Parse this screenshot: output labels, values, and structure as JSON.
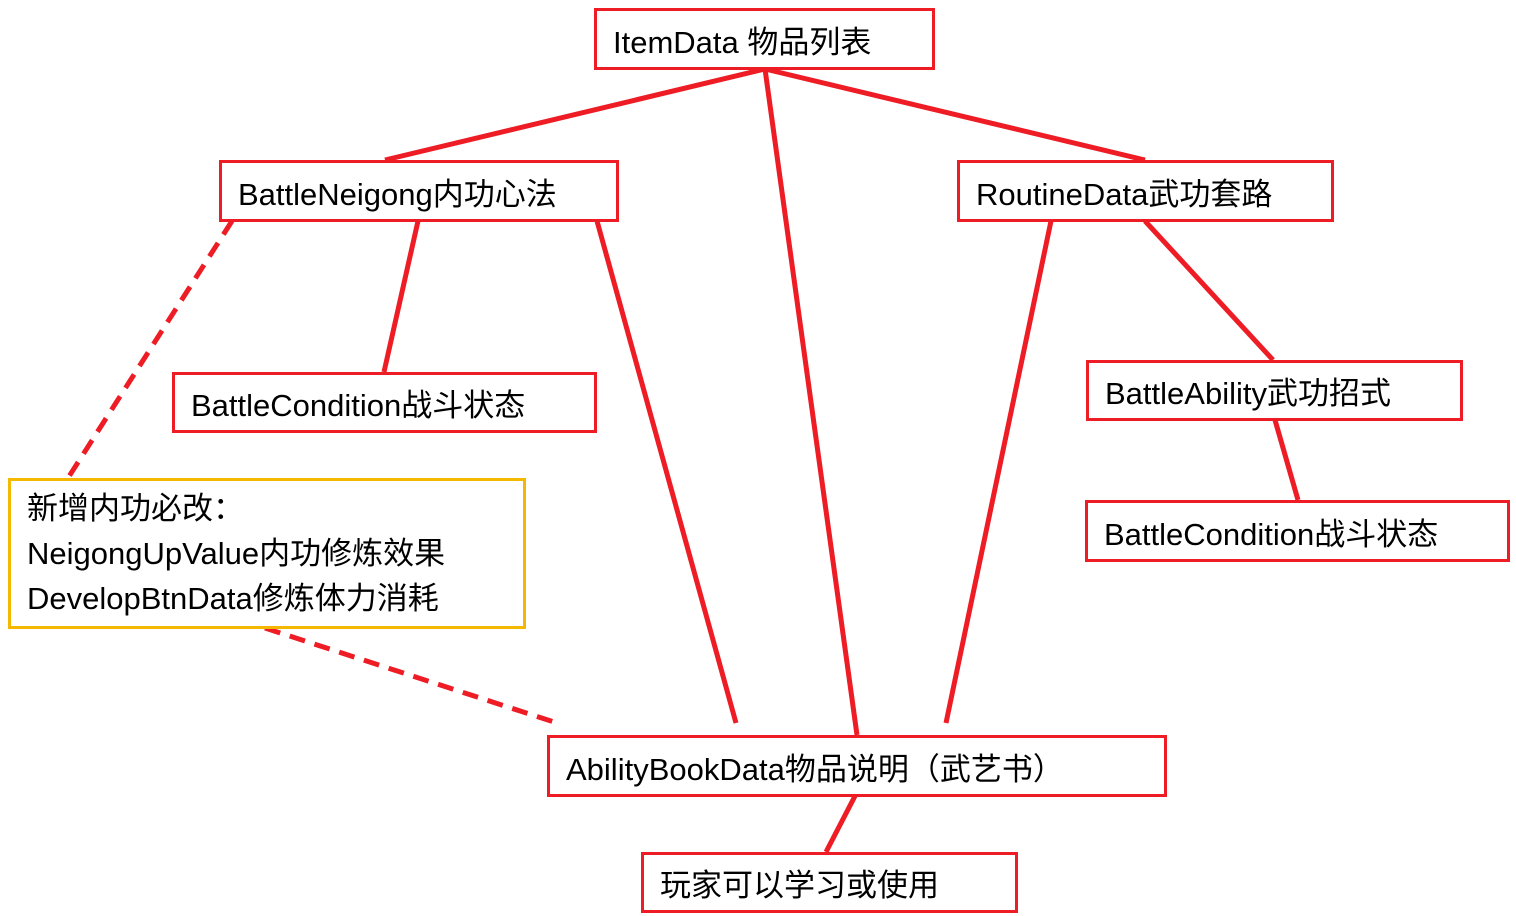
{
  "colors": {
    "link": "#ee1c24",
    "note_border": "#f5b800"
  },
  "nodes": {
    "item_data": "ItemData 物品列表",
    "battle_neigong": "BattleNeigong内功心法",
    "routine_data": "RoutineData武功套路",
    "battle_condition_left": "BattleCondition战斗状态",
    "battle_ability": "BattleAbility武功招式",
    "battle_condition_right": "BattleCondition战斗状态",
    "ability_book_data": "AbilityBookData物品说明（武艺书）",
    "player_use": "玩家可以学习或使用"
  },
  "note": {
    "line1": "新增内功必改：",
    "line2": "NeigongUpValue内功修炼效果",
    "line3": "DevelopBtnData修炼体力消耗"
  }
}
